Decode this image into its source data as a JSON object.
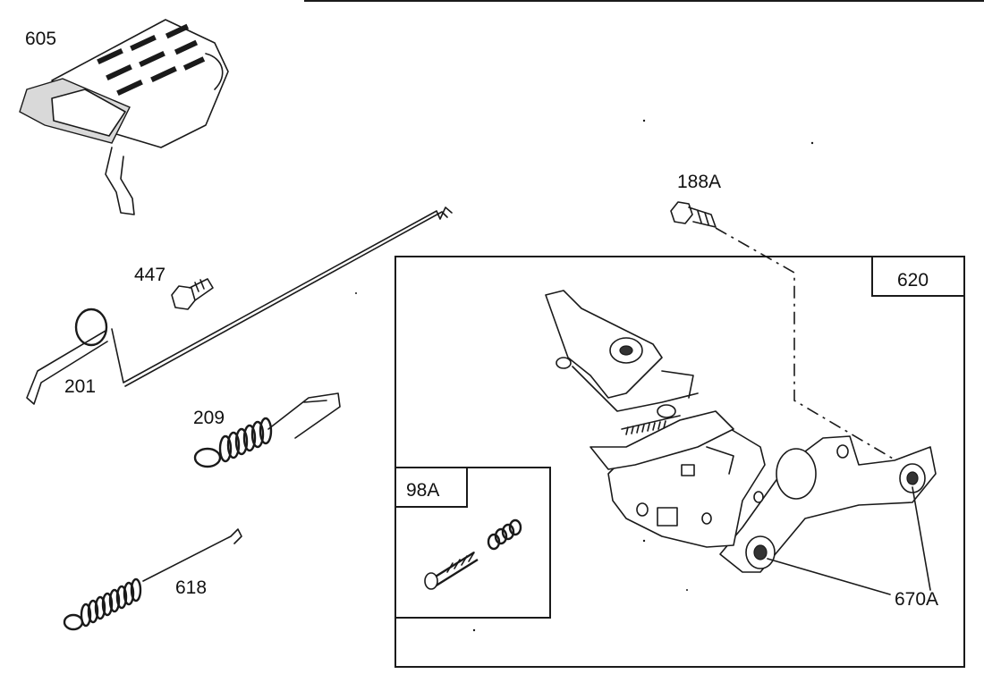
{
  "parts": {
    "p605": "605",
    "p447": "447",
    "p201": "201",
    "p209": "209",
    "p618": "618",
    "p188A": "188A",
    "p670A": "670A"
  },
  "boxes": {
    "main": "620",
    "inset": "98A"
  }
}
